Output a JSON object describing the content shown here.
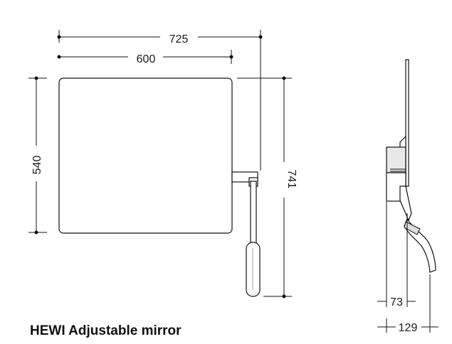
{
  "caption": "HEWI Adjustable mirror",
  "dimensions": {
    "overall_width": "725",
    "mirror_width": "600",
    "mirror_height": "540",
    "overall_height": "741",
    "wall_depth": "73",
    "handle_projection": "129"
  }
}
